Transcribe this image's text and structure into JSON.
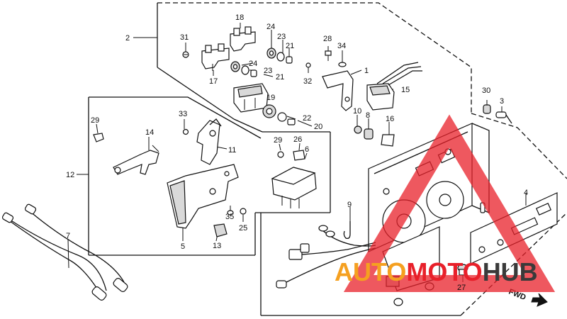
{
  "labels": {
    "p1": "1",
    "p2": "2",
    "p3": "3",
    "p4": "4",
    "p5": "5",
    "p6": "6",
    "p7": "7",
    "p8": "8",
    "p9": "9",
    "p10": "10",
    "p11": "11",
    "p12": "12",
    "p13": "13",
    "p14": "14",
    "p15": "15",
    "p16": "16",
    "p17": "17",
    "p18": "18",
    "p19": "19",
    "p20": "20",
    "p21a": "21",
    "p21b": "21",
    "p22": "22",
    "p23a": "23",
    "p23b": "23",
    "p24a": "24",
    "p24b": "24",
    "p25": "25",
    "p26": "26",
    "p27": "27",
    "p28": "28",
    "p29a": "29",
    "p29b": "29",
    "p30": "30",
    "p31": "31",
    "p32": "32",
    "p33": "33",
    "p34": "34",
    "p35": "35"
  },
  "direction": "FWD",
  "watermark": {
    "part1": "AUTO",
    "part2": "MOTO",
    "part3": "HUB",
    "color_orange": "#f5a020",
    "color_red": "#e8202a",
    "color_gray": "#3a3a3a"
  }
}
